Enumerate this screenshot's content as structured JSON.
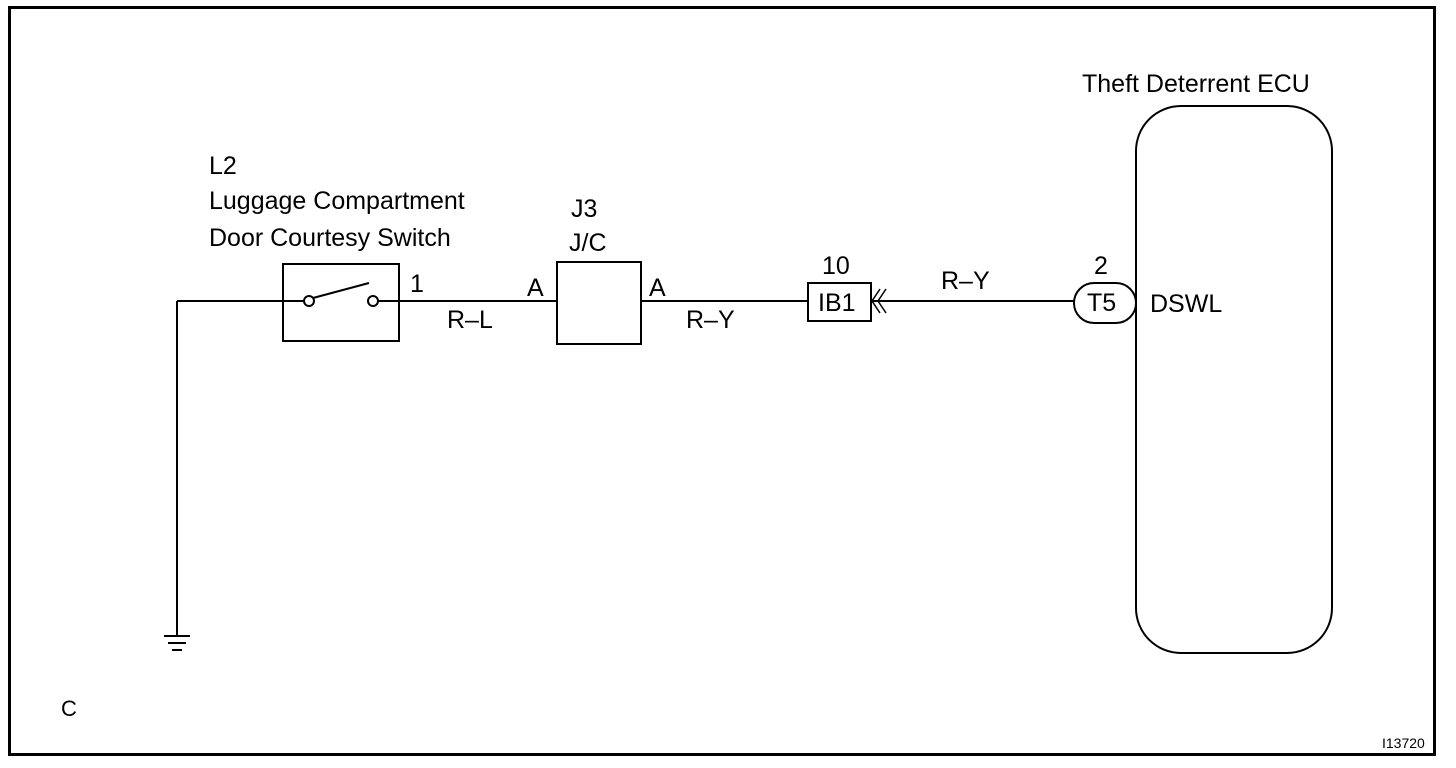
{
  "ecu": {
    "name": "Theft Deterrent ECU",
    "terminal_label": "DSWL",
    "connector": "T5",
    "pin": "2"
  },
  "switch": {
    "code": "L2",
    "name_line1": "Luggage Compartment",
    "name_line2": "Door Courtesy Switch",
    "pin": "1"
  },
  "junction": {
    "code": "J3",
    "type": "J/C",
    "in_pin": "A",
    "out_pin": "A"
  },
  "connector_ib": {
    "code": "IB1",
    "pin": "10"
  },
  "wires": {
    "switch_to_jc": "R–L",
    "jc_to_ib": "R–Y",
    "ib_to_ecu": "R–Y"
  },
  "figure": {
    "corner_letter": "C",
    "figure_id": "I13720"
  },
  "colors": {
    "line": "#000000",
    "background": "#ffffff"
  }
}
